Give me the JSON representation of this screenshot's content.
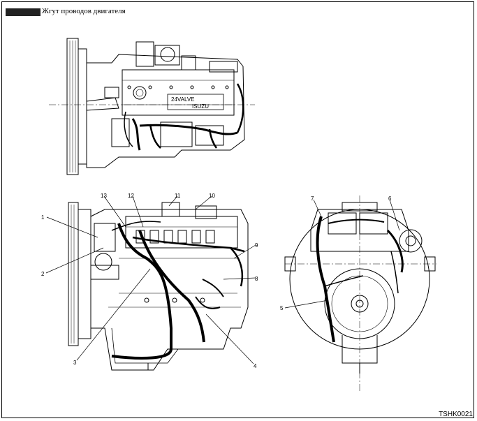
{
  "header": {
    "title": "Жгут проводов двигателя"
  },
  "engine_label": "ISUZU",
  "engine_label_2": "24VALVE",
  "callouts": [
    {
      "id": "1",
      "label": "1"
    },
    {
      "id": "2",
      "label": "2"
    },
    {
      "id": "3",
      "label": "3"
    },
    {
      "id": "4",
      "label": "4"
    },
    {
      "id": "5",
      "label": "5"
    },
    {
      "id": "6",
      "label": "6"
    },
    {
      "id": "7",
      "label": "7"
    },
    {
      "id": "8",
      "label": "8"
    },
    {
      "id": "9",
      "label": "9"
    },
    {
      "id": "10",
      "label": "10"
    },
    {
      "id": "11",
      "label": "11"
    },
    {
      "id": "12",
      "label": "12"
    },
    {
      "id": "13",
      "label": "13"
    }
  ],
  "footer": {
    "figure_code": "TSHK0021"
  },
  "colors": {
    "line": "#000000",
    "background": "#ffffff"
  }
}
